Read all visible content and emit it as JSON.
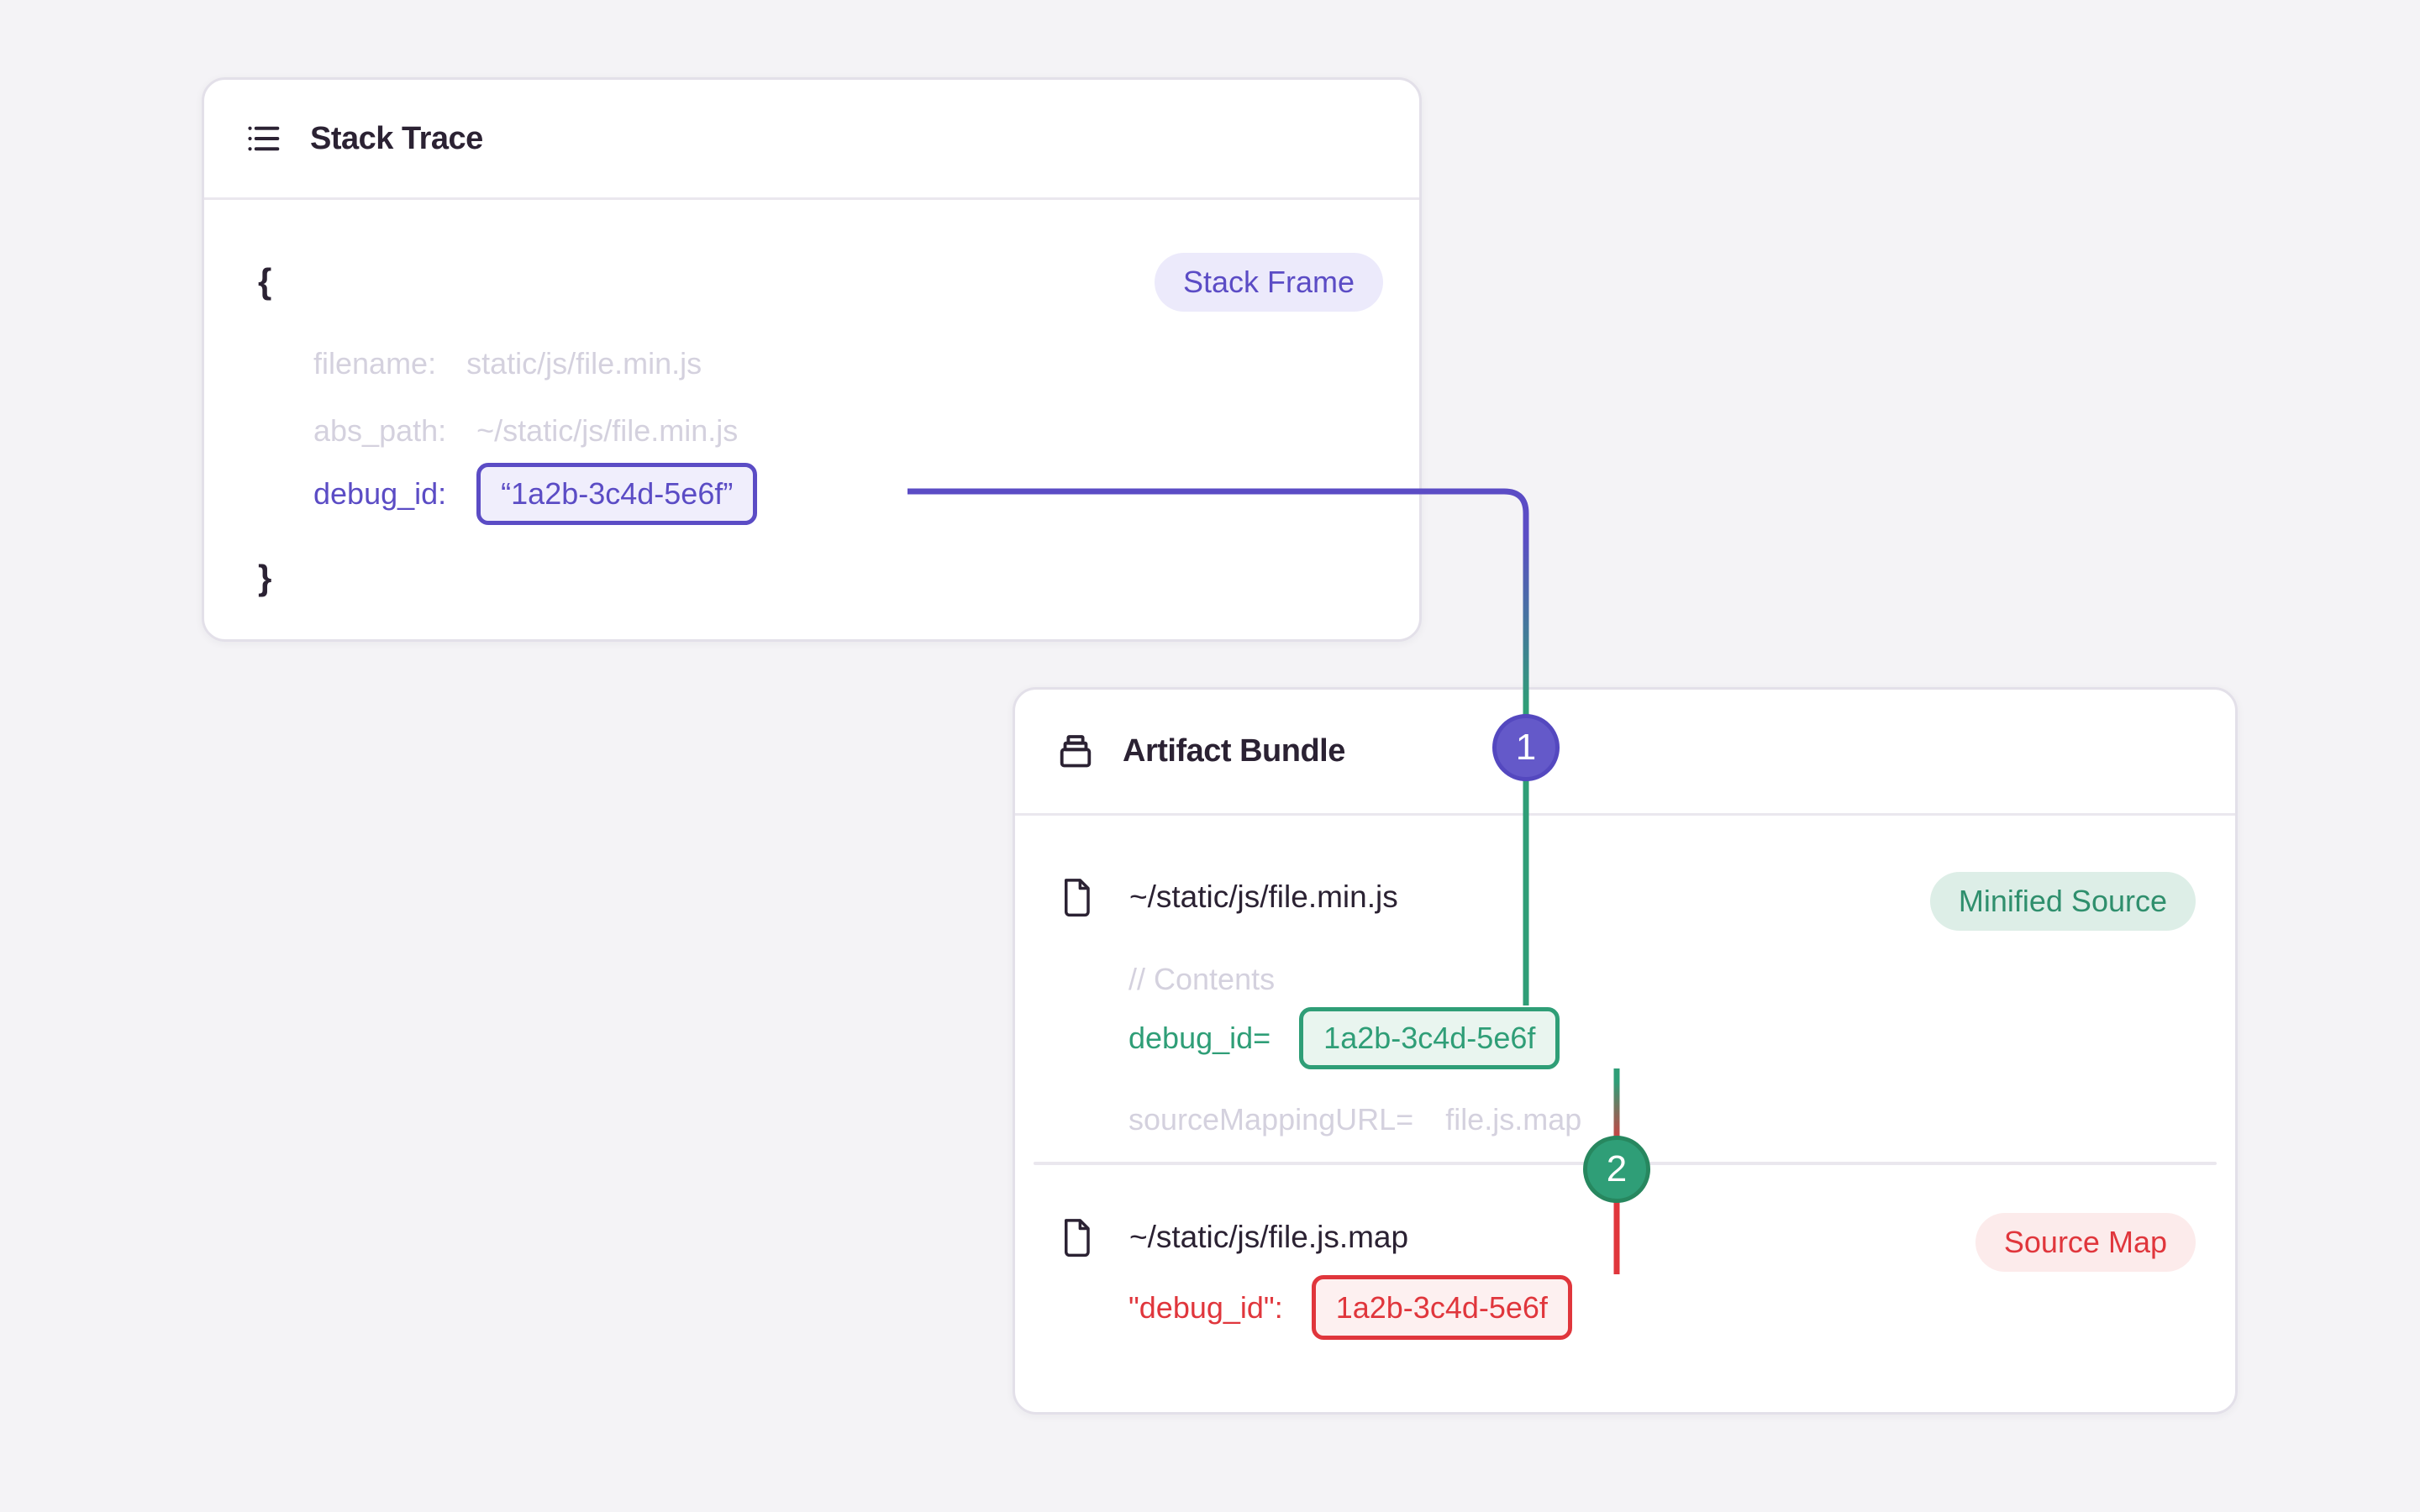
{
  "colors": {
    "background": "#f4f3f6",
    "card_bg": "#ffffff",
    "card_border": "#e3e0e9",
    "divider": "#eae7ee",
    "text_dark": "#2b2233",
    "text_muted": "#d4d1de",
    "indigo": "#5b4cc5",
    "indigo_fill": "#f0eefc",
    "indigo_badge_bg": "#eceafb",
    "circle1_fill": "#6459c9",
    "circle1_ring": "#5448bf",
    "green": "#2f9e77",
    "green_fill": "#e9f5ef",
    "green_badge_bg": "#ddeee7",
    "green_badge_text": "#2f8f6d",
    "circle2_ring": "#27875f",
    "red": "#e0363c",
    "red_fill": "#fdf0f0",
    "red_badge_bg": "#fcebeb"
  },
  "stack_trace_card": {
    "title": "Stack Trace",
    "icon": "list-icon",
    "badge": "Stack Frame",
    "open_brace": "{",
    "close_brace": "}",
    "fields": {
      "filename_label": "filename:",
      "filename_value": "static/js/file.min.js",
      "abs_path_label": "abs_path:",
      "abs_path_value": "~/static/js/file.min.js",
      "debug_id_label": "debug_id:",
      "debug_id_value": "“1a2b-3c4d-5e6f”"
    }
  },
  "artifact_bundle_card": {
    "title": "Artifact Bundle",
    "icon": "archive-icon",
    "files": [
      {
        "icon": "file-icon",
        "path": "~/static/js/file.min.js",
        "badge": "Minified Source",
        "comment": "// Contents",
        "debug_id_label": "debug_id=",
        "debug_id_value": "1a2b-3c4d-5e6f",
        "source_mapping_label": "sourceMappingURL=",
        "source_mapping_value": "file.js.map"
      },
      {
        "icon": "file-icon",
        "path": "~/static/js/file.js.map",
        "badge": "Source Map",
        "debug_id_label": "\"debug_id\":",
        "debug_id_value": "1a2b-3c4d-5e6f"
      }
    ]
  },
  "connectors": {
    "step1": "1",
    "step2": "2"
  }
}
